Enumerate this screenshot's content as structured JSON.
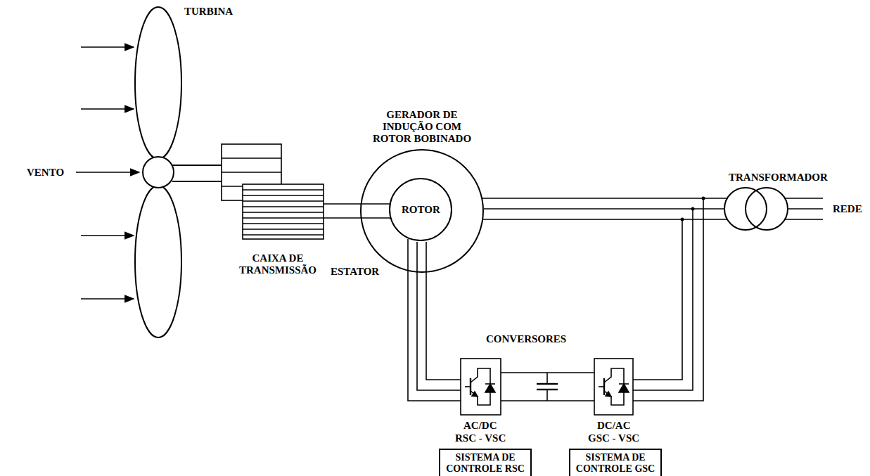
{
  "diagram": {
    "nodes": [
      {
        "text": [
          "GERADOR DE INDUÇÃO COM ROTOR BOBINADO"
        ]
      },
      {
        "text": [
          "ROTOR"
        ],
        "in": 0
      },
      {
        "text": [
          "SISTEMA DE CONTROLE RSC"
        ]
      },
      {
        "text": [
          "SISTEMA DE CONTROLE GSC"
        ]
      }
    ],
    "labels": [
      "TURBINA",
      "VENTO",
      "CAIXA DE TRANSMISSÃO",
      "ESTATOR",
      "CONVERSORES",
      "AC/DC",
      "RSC - VSC",
      "DC/AC",
      "GSC - VSC",
      "TRANSFORMADOR",
      "REDE"
    ]
  }
}
